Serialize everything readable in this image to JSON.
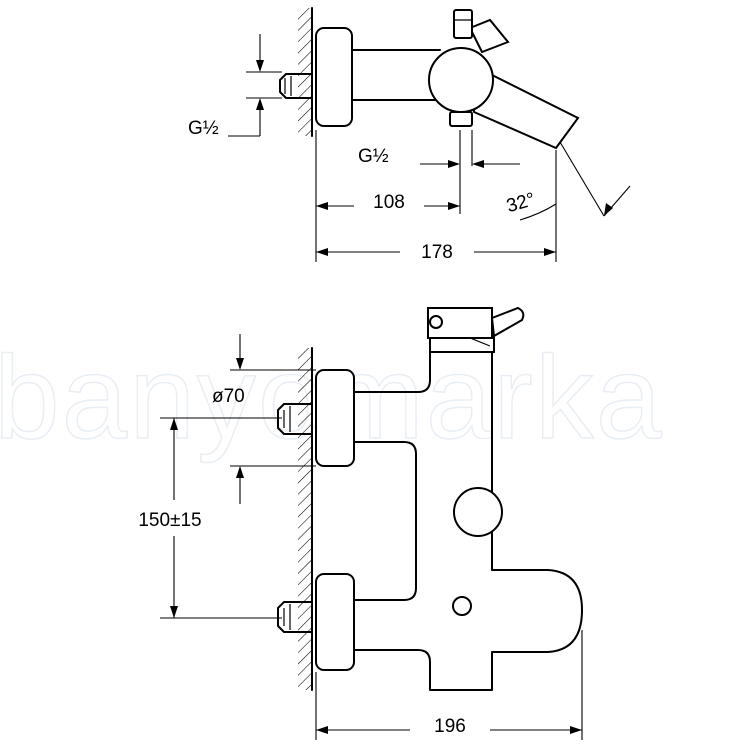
{
  "watermark": {
    "text": "banyomarka",
    "color": "#e9eef5"
  },
  "top_view": {
    "dims": {
      "thread_left": "G½",
      "thread_bottom": "G½",
      "offset": "108",
      "total_depth": "178",
      "spout_angle": "32°"
    }
  },
  "front_view": {
    "dims": {
      "escutcheon": "ø70",
      "center_distance": "150±15",
      "total_width": "196"
    }
  },
  "colors": {
    "line": "#000000",
    "background": "#ffffff"
  }
}
